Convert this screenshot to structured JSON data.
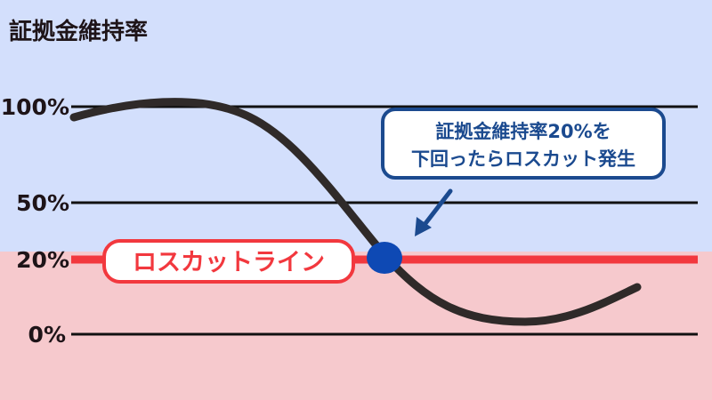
{
  "title": "証拠金維持率",
  "levels": [
    {
      "label": "100%",
      "value": 100
    },
    {
      "label": "50%",
      "value": 50
    },
    {
      "label": "20%",
      "value": 20
    },
    {
      "label": "0%",
      "value": 0
    }
  ],
  "loss_cut": {
    "value": 20,
    "label": "ロスカットライン"
  },
  "callout": {
    "line1": "証拠金維持率20%を",
    "line2": "下回ったらロスカット発生"
  },
  "colors": {
    "upper_bg": "#d3dffc",
    "lower_bg": "#f6c9cd",
    "losscut_red": "#f2383e",
    "curve": "#2f2a29",
    "marker_blue": "#0e49b4",
    "callout_blue": "#1b4a8f",
    "text_dark": "#1e1418"
  },
  "icons": {
    "arrow": "arrow-down-left-icon",
    "marker": "circle-marker-icon"
  }
}
